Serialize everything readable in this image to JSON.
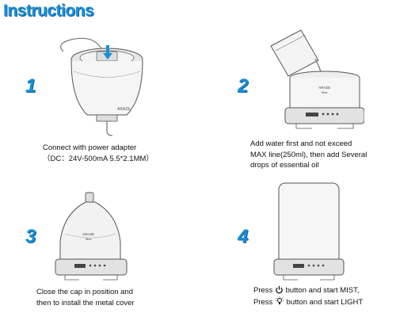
{
  "title": "Instructions",
  "steps": [
    {
      "number": "1",
      "lines": [
        "Connect with power adapter",
        "（DC：24V-500mA  5.5*2.1MM）"
      ]
    },
    {
      "number": "2",
      "lines": [
        "Add water first and not exceed",
        "MAX line(250ml), then add Several",
        "drops of essential oil"
      ]
    },
    {
      "number": "3",
      "lines": [
        "Close the cap in position and",
        "then to install the metal cover"
      ]
    },
    {
      "number": "4",
      "press_word": "Press",
      "mist_suffix": "button and start MIST,",
      "light_suffix": "button and start LIGHT"
    }
  ],
  "icons": {
    "mist": "power-icon",
    "light": "light-bulb-icon"
  },
  "colors": {
    "accent": "#1a8fd6",
    "accent_dark": "#0e5f9a",
    "line": "#555555"
  }
}
